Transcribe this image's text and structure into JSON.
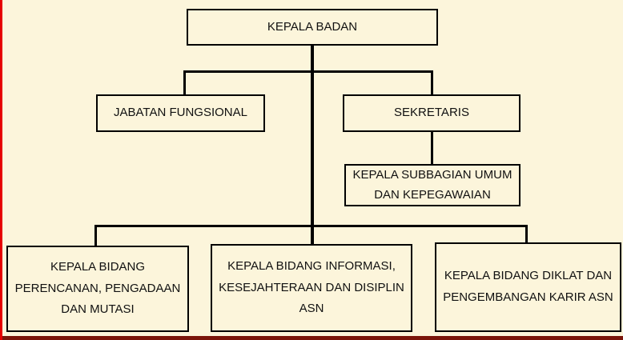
{
  "chart_title": "organizational structure chart",
  "nodes": {
    "kepala_badan": {
      "label": [
        "KEPALA BADAN"
      ]
    },
    "jabatan_fungsional": {
      "label": [
        "JABATAN FUNGSIONAL"
      ]
    },
    "sekretaris": {
      "label": [
        "SEKRETARIS"
      ]
    },
    "subbagian_umum": {
      "label": [
        "KEPALA SUBBAGIAN UMUM",
        "DAN KEPEGAWAIAN"
      ]
    },
    "bidang_perencanaan": {
      "label": [
        "KEPALA BIDANG",
        "PERENCANAN, PENGADAAN",
        "DAN MUTASI"
      ]
    },
    "bidang_informasi": {
      "label": [
        "KEPALA BIDANG INFORMASI,",
        "KESEJAHTERAAN DAN DISIPLIN",
        "ASN"
      ]
    },
    "bidang_diklat": {
      "label": [
        "KEPALA BIDANG DIKLAT DAN",
        "PENGEMBANGAN KARIR ASN"
      ]
    }
  },
  "hierarchy": {
    "root": "kepala_badan",
    "children_of_root": [
      "jabatan_fungsional",
      "sekretaris",
      "bidang_perencanaan",
      "bidang_informasi",
      "bidang_diklat"
    ],
    "children_of_sekretaris": [
      "subbagian_umum"
    ]
  },
  "colors": {
    "background": "#FCF5DB",
    "box_border": "#000000",
    "connector": "#000000",
    "left_border": "#E60000",
    "bottom_border": "#7A150A"
  }
}
